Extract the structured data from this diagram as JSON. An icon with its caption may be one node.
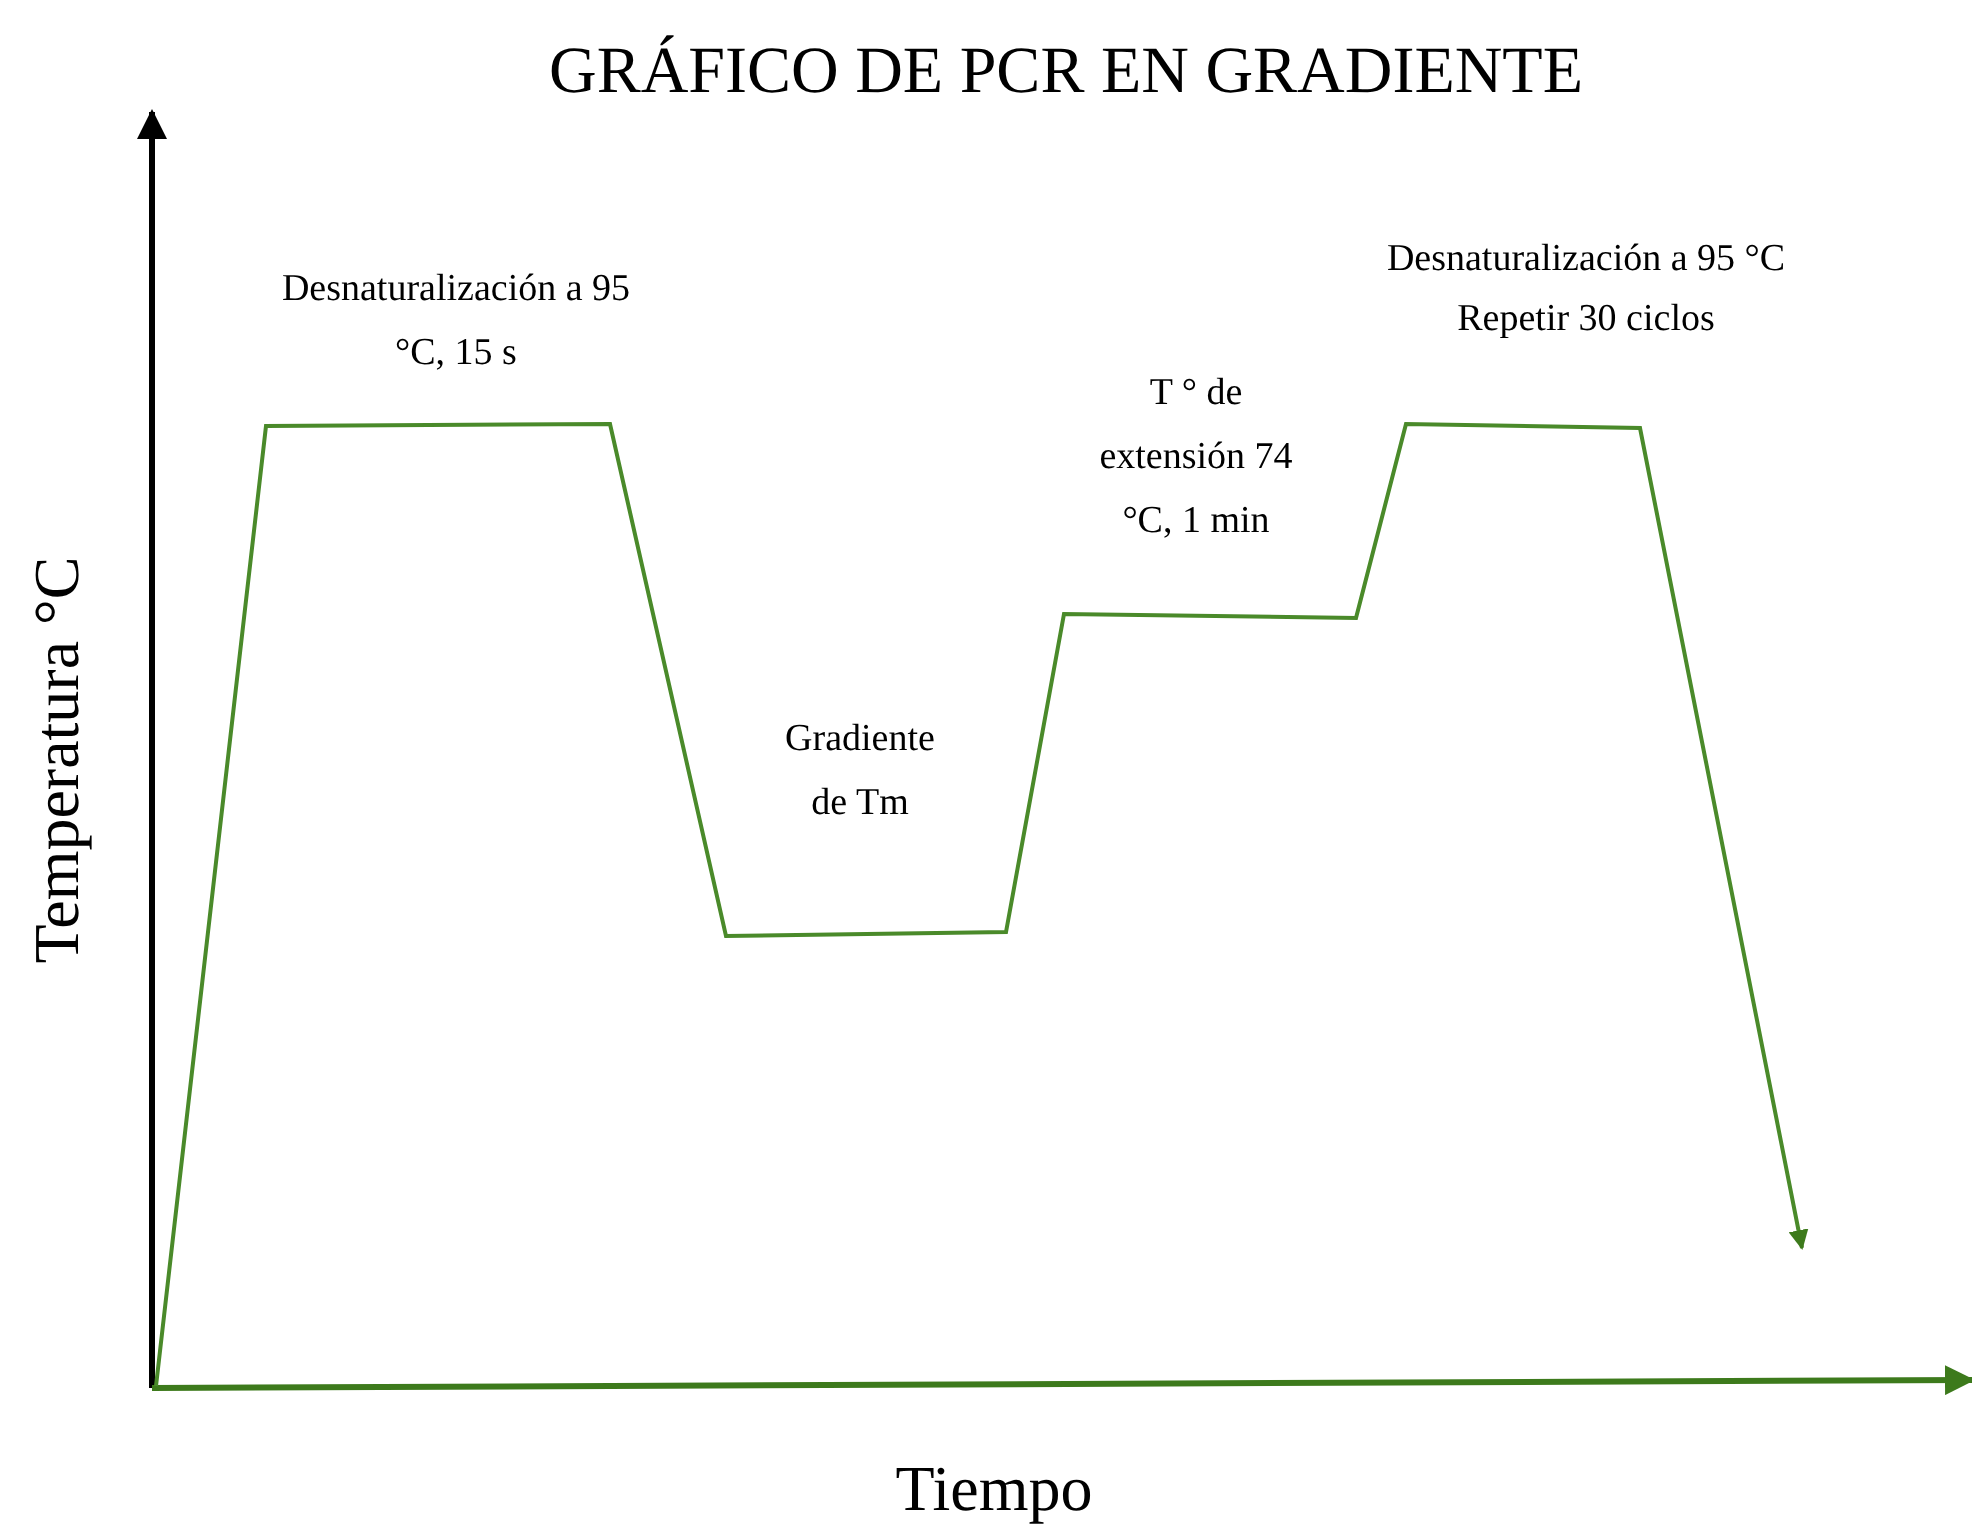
{
  "diagram": {
    "title": "GRÁFICO DE PCR EN GRADIENTE",
    "labels": [
      "Desnaturalización a 95 °C, 15 s",
      "Gradiente de Tm",
      "T ° de extensión 74 °C, 1 min",
      "Desnaturalización a 95 °C",
      "Repetir 30 ciclos",
      "Temperatura °C",
      "Tiempo"
    ]
  }
}
